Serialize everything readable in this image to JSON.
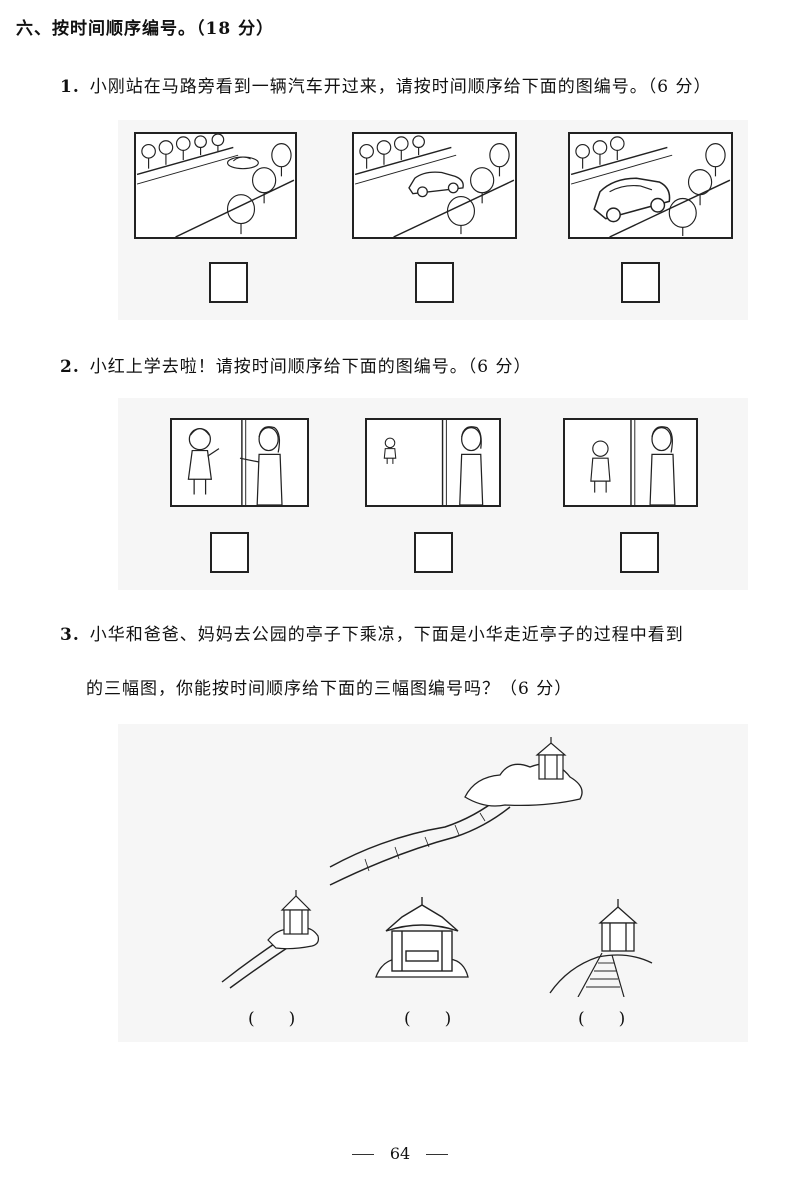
{
  "section": {
    "title": "六、按时间顺序编号。（18 分）"
  },
  "q1": {
    "number": "1.",
    "text": "小刚站在马路旁看到一辆汽车开过来，请按时间顺序给下面的图编号。（6 分）",
    "panels": [
      {
        "icon": "car-far-scene",
        "car_size": 0.35
      },
      {
        "icon": "car-mid-scene",
        "car_size": 0.65
      },
      {
        "icon": "car-near-scene",
        "car_size": 1.0
      }
    ]
  },
  "q2": {
    "number": "2.",
    "text": "小红上学去啦！请按时间顺序给下面的图编号。（6 分）",
    "panels": [
      {
        "icon": "girl-waving-scene",
        "girl_size": 1.0
      },
      {
        "icon": "girl-far-scene",
        "girl_size": 0.45
      },
      {
        "icon": "girl-mid-scene",
        "girl_size": 0.75
      }
    ]
  },
  "q3": {
    "number": "3.",
    "text_line1": "小华和爸爸、妈妈去公园的亭子下乘凉，下面是小华走近亭子的过程中看到",
    "text_line2": "的三幅图，你能按时间顺序给下面的三幅图编号吗？（6 分）",
    "images": [
      {
        "icon": "pavilion-hill-path",
        "view": "far"
      },
      {
        "icon": "pavilion-far-icon",
        "view": "far"
      },
      {
        "icon": "pavilion-near-icon",
        "view": "near"
      },
      {
        "icon": "pavilion-mid-icon",
        "view": "mid"
      }
    ],
    "paren_labels": [
      "(　　)",
      "(　　)",
      "(　　)"
    ]
  },
  "page_number": "64"
}
